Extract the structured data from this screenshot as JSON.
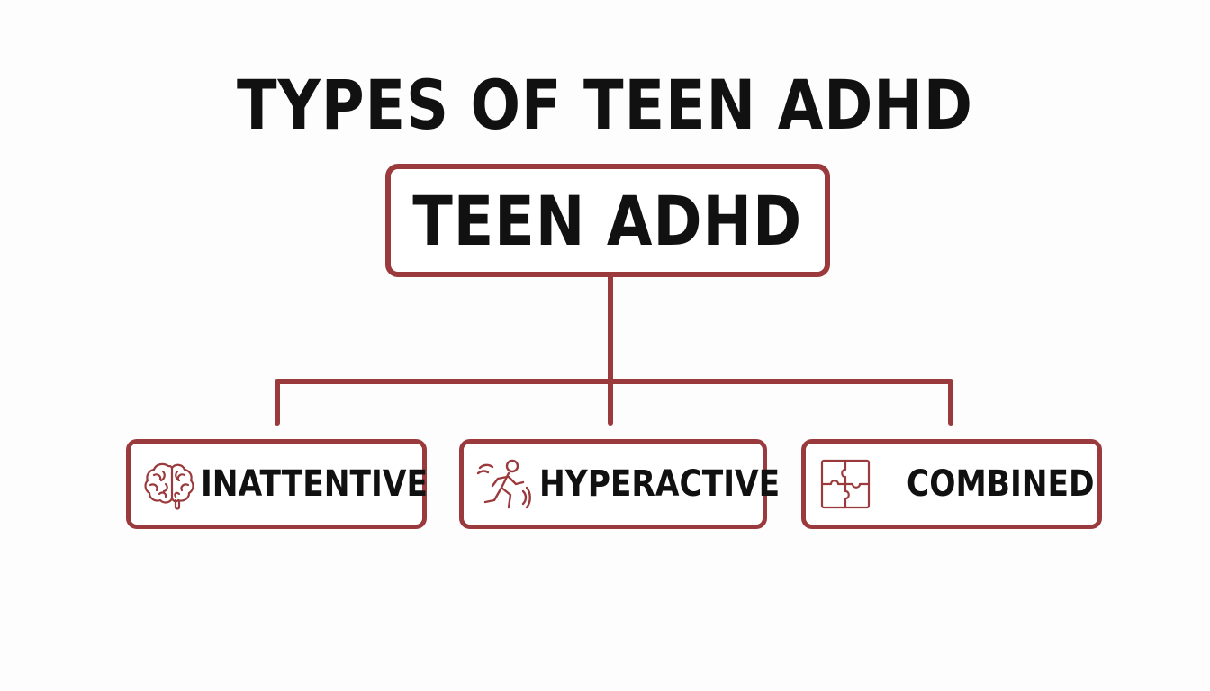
{
  "title": "TYPES OF TEEN ADHD",
  "root": {
    "label": "TEEN ADHD"
  },
  "children": [
    {
      "label": "INATTENTIVE",
      "icon": "brain-icon"
    },
    {
      "label": "HYPERACTIVE",
      "icon": "running-person-icon"
    },
    {
      "label": "COMBINED",
      "icon": "puzzle-icon"
    }
  ],
  "colors": {
    "accent": "#9b3a3c",
    "text": "#111111",
    "background": "#fdfdfd"
  }
}
